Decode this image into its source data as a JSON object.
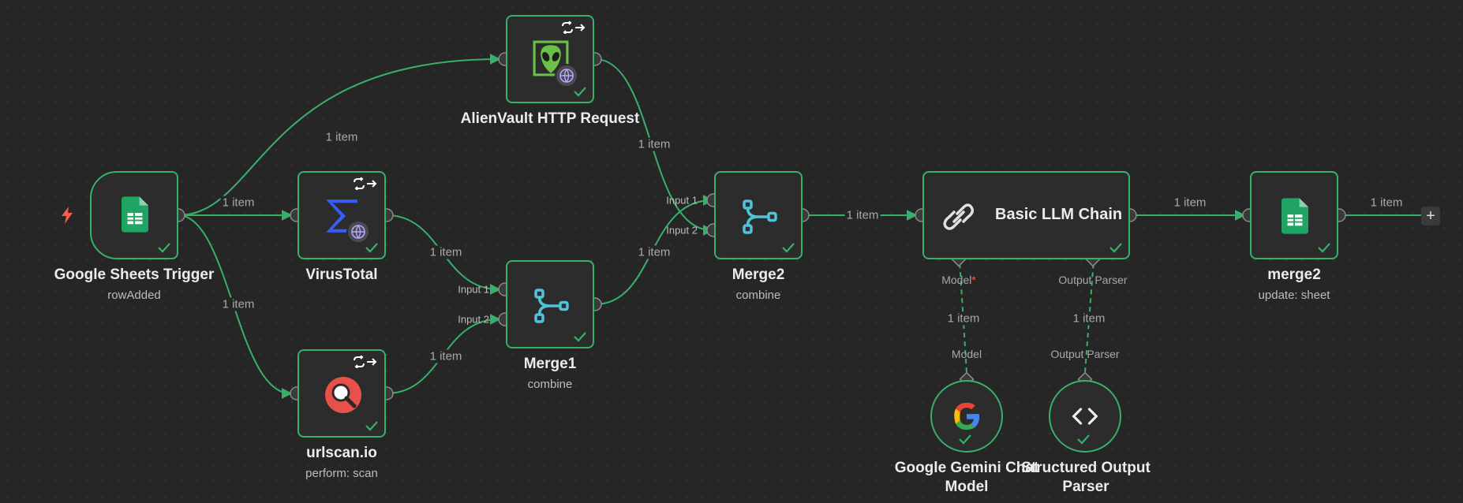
{
  "canvas": {
    "background": "#262626",
    "edge_color": "#37b06a",
    "node_border": "#37b06a",
    "required_marker": "*"
  },
  "nodes": {
    "sheets_trigger": {
      "title": "Google Sheets Trigger",
      "subtitle": "rowAdded",
      "icon": "google-sheets-icon"
    },
    "virustotal": {
      "title": "VirusTotal",
      "icon": "virustotal-icon"
    },
    "urlscan": {
      "title": "urlscan.io",
      "subtitle": "perform: scan",
      "icon": "urlscan-magnifier-icon"
    },
    "alienvault": {
      "title": "AlienVault HTTP Request",
      "icon": "alienvault-alien-icon"
    },
    "merge1": {
      "title": "Merge1",
      "subtitle": "combine",
      "icon": "merge-icon",
      "input1": "Input 1",
      "input2": "Input 2"
    },
    "merge2": {
      "title": "Merge2",
      "subtitle": "combine",
      "icon": "merge-icon",
      "input1": "Input 1",
      "input2": "Input 2"
    },
    "llm_chain": {
      "title": "Basic LLM Chain",
      "icon": "link-chain-icon",
      "port_model": "Model",
      "port_parser": "Output Parser"
    },
    "merge2_sheet": {
      "title": "merge2",
      "subtitle": "update: sheet",
      "icon": "google-sheets-icon"
    },
    "gemini": {
      "title": "Google Gemini Chat Model",
      "port_label": "Model",
      "icon": "google-g-icon"
    },
    "parser": {
      "title": "Structured Output Parser",
      "port_label": "Output Parser",
      "icon": "code-brackets-icon"
    }
  },
  "edges": {
    "trigger_to_alienvault": "1 item",
    "trigger_to_virustotal": "1 item",
    "trigger_to_urlscan": "1 item",
    "alienvault_to_merge2": "1 item",
    "virustotal_to_merge1": "1 item",
    "urlscan_to_merge1": "1 item",
    "merge1_to_merge2": "1 item",
    "merge2_to_llm": "1 item",
    "llm_to_sheet": "1 item",
    "sheet_out": "1 item",
    "gemini_to_llm": "1 item",
    "parser_to_llm": "1 item"
  },
  "add_button": "+"
}
